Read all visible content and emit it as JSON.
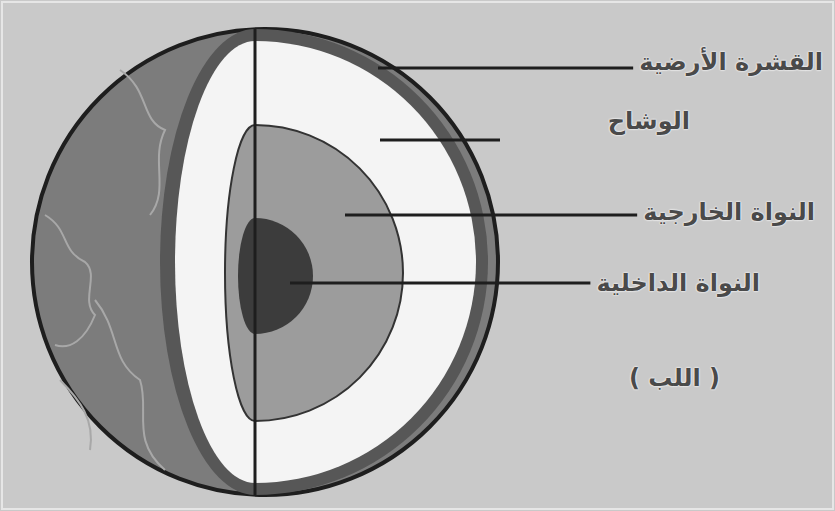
{
  "diagram": {
    "labels": [
      "القشرة الأرضية",
      "الوشاح",
      "النواة الخارجية",
      "النواة الداخلية",
      "( اللب )"
    ]
  }
}
